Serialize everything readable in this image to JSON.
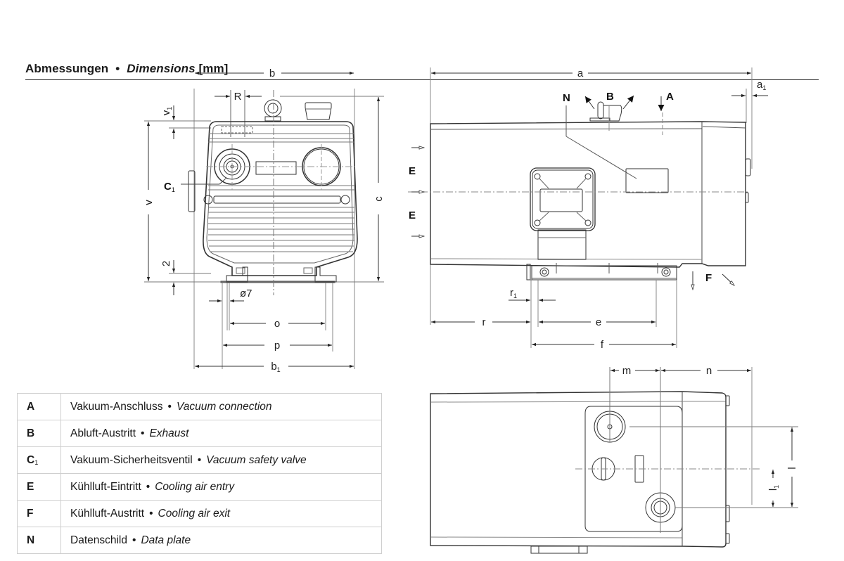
{
  "header": {
    "title_de": "Abmessungen",
    "separator": "•",
    "title_en": "Dimensions",
    "unit": "[mm]"
  },
  "legend": [
    {
      "key": "A",
      "key_sub": "",
      "de": "Vakuum-Anschluss",
      "sep": "•",
      "en": "Vacuum connection"
    },
    {
      "key": "B",
      "key_sub": "",
      "de": "Abluft-Austritt",
      "sep": "•",
      "en": "Exhaust"
    },
    {
      "key": "C",
      "key_sub": "1",
      "de": "Vakuum-Sicherheitsventil",
      "sep": "•",
      "en": "Vacuum safety valve"
    },
    {
      "key": "E",
      "key_sub": "",
      "de": "Kühlluft-Eintritt",
      "sep": "•",
      "en": "Cooling air entry"
    },
    {
      "key": "F",
      "key_sub": "",
      "de": "Kühlluft-Austritt",
      "sep": "•",
      "en": "Cooling air exit"
    },
    {
      "key": "N",
      "key_sub": "",
      "de": "Datenschild",
      "sep": "•",
      "en": "Data plate"
    }
  ],
  "front_view": {
    "dims": {
      "b": "b",
      "b1": "b",
      "b1_sub": "1",
      "c": "c",
      "v": "v",
      "v1": "v",
      "v1_sub": "1",
      "R": "R",
      "two": "2",
      "hole": "ø7",
      "o": "o",
      "p": "p"
    },
    "callouts": {
      "C1": "C",
      "C1_sub": "1"
    }
  },
  "side_view": {
    "dims": {
      "a": "a",
      "a1": "a",
      "a1_sub": "1",
      "r": "r",
      "r1": "r",
      "r1_sub": "1",
      "e": "e",
      "f": "f"
    },
    "callouts": {
      "N": "N",
      "B": "B",
      "A": "A",
      "E_top": "E",
      "E_bottom": "E",
      "F": "F"
    }
  },
  "top_view": {
    "dims": {
      "m": "m",
      "n": "n",
      "l": "l",
      "l1": "l",
      "l1_sub": "1"
    }
  }
}
